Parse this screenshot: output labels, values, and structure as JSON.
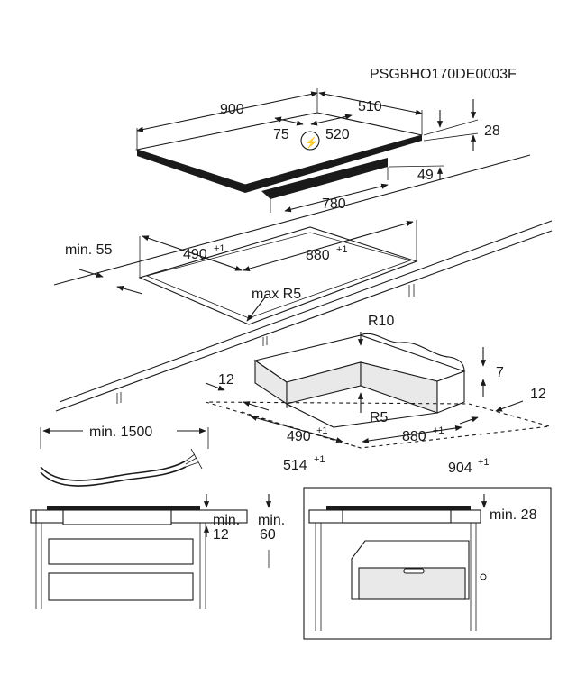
{
  "code": "PSGBHO170DE0003F",
  "hob": {
    "width": "900",
    "depth": "510",
    "thickness": "28",
    "box_height": "49",
    "box_width": "780",
    "cable_offset": "75",
    "cable_pos": "520",
    "power_symbol": "⚡"
  },
  "cutout_top": {
    "min_front": "min. 55",
    "depth": "490",
    "depth_tol": "+1",
    "width": "880",
    "width_tol": "+1",
    "radius": "max R5"
  },
  "frame": {
    "r10": "R10",
    "r5": "R5",
    "gap7": "7",
    "left12": "12",
    "right12": "12",
    "inner_depth": "490",
    "inner_depth_tol": "+1",
    "inner_width": "880",
    "inner_width_tol": "+1",
    "outer_depth": "514",
    "outer_depth_tol": "+1",
    "outer_width": "904",
    "outer_width_tol": "+1"
  },
  "cable": {
    "min_length": "min. 1500"
  },
  "section_left": {
    "gap_label_a": "min.",
    "gap_value_a": "12",
    "gap_label_b": "min.",
    "gap_value_b": "60"
  },
  "section_right": {
    "gap_label": "min. 28"
  }
}
